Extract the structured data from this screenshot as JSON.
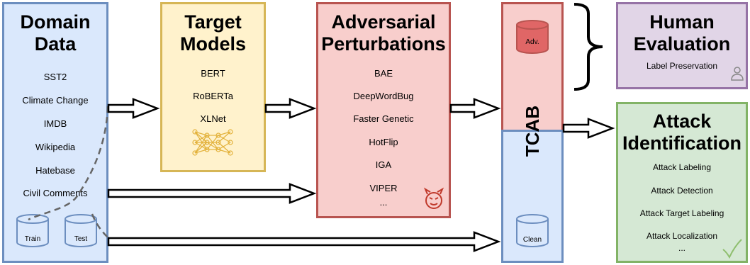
{
  "domain_data": {
    "title_line1": "Domain",
    "title_line2": "Data",
    "items": [
      "SST2",
      "Climate Change",
      "IMDB",
      "Wikipedia",
      "Hatebase",
      "Civil Comments"
    ],
    "train_label": "Train",
    "test_label": "Test",
    "color": "#dae8fc"
  },
  "target_models": {
    "title_line1": "Target",
    "title_line2": "Models",
    "items": [
      "BERT",
      "RoBERTa",
      "XLNet"
    ],
    "icon": "neural-network-icon",
    "color": "#fff2cc"
  },
  "adversarial": {
    "title_line1": "Adversarial",
    "title_line2": "Perturbations",
    "items": [
      "BAE",
      "DeepWordBug",
      "Faster Genetic",
      "HotFlip",
      "IGA",
      "VIPER",
      "..."
    ],
    "icon": "devil-icon",
    "color": "#f8cecc"
  },
  "tcab": {
    "label": "TCAB",
    "adv_label": "Adv.",
    "clean_label": "Clean"
  },
  "human_eval": {
    "title_line1": "Human",
    "title_line2": "Evaluation",
    "items": [
      "Label Preservation"
    ],
    "icon": "person-icon",
    "color": "#e1d5e7"
  },
  "attack_id": {
    "title_line1": "Attack",
    "title_line2": "Identification",
    "items": [
      "Attack Labeling",
      "Attack Detection",
      "Attack Target Labeling",
      "Attack Localization",
      "..."
    ],
    "icon": "checkmark-icon",
    "color": "#d5e8d4"
  }
}
